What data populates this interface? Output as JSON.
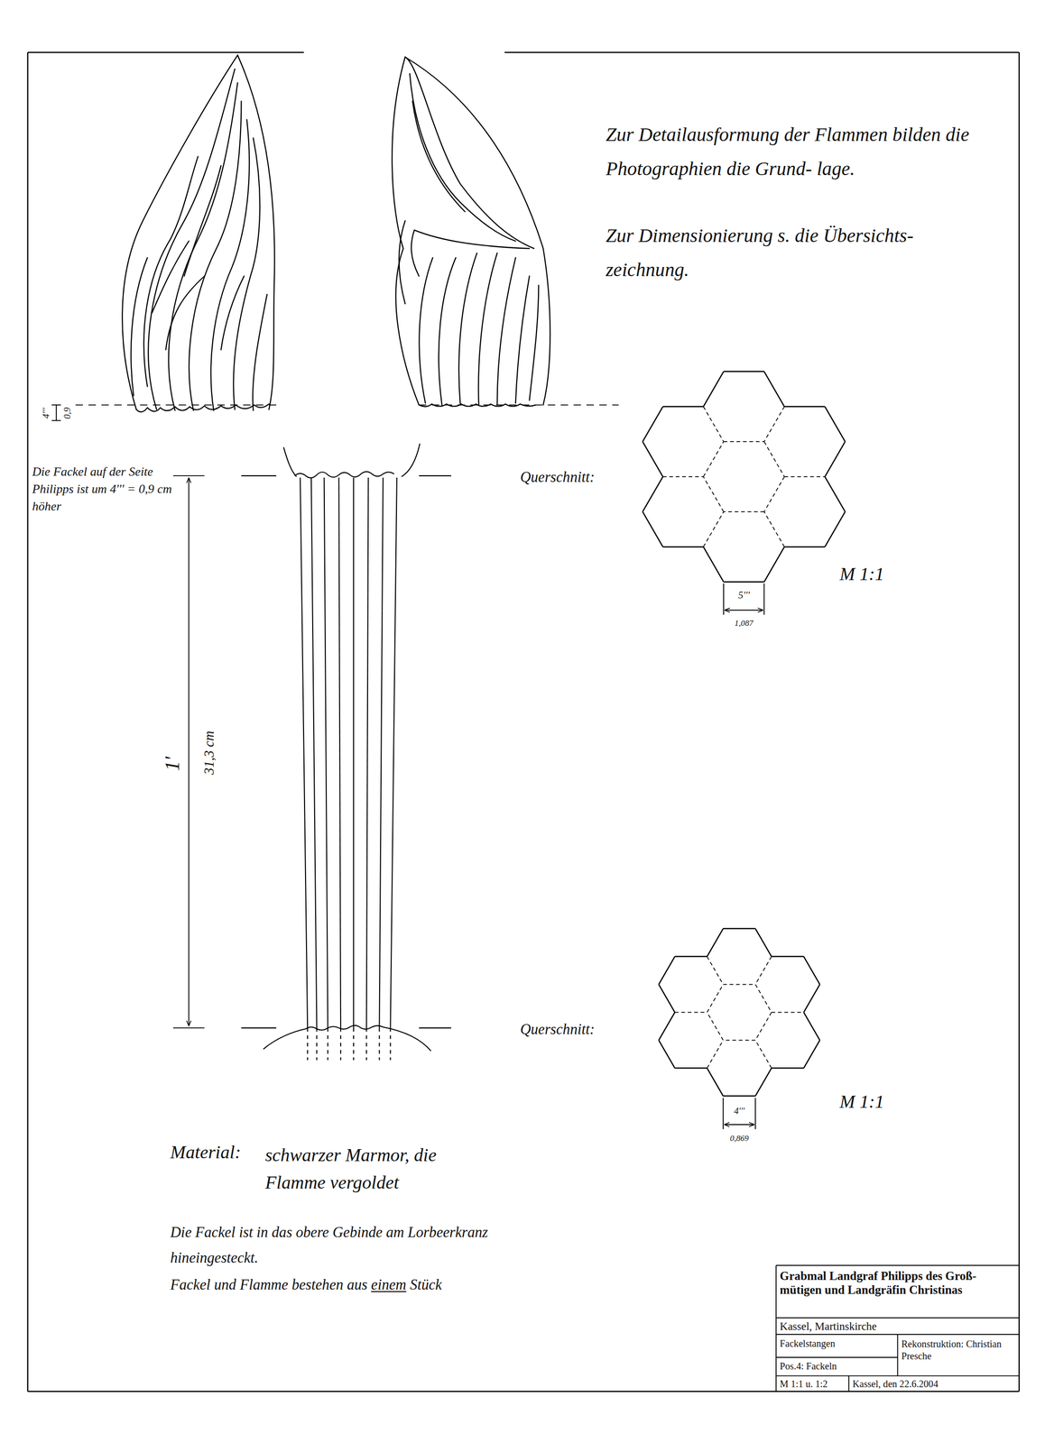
{
  "diagram": {
    "labels": [
      "Zur Detailausformung der Flammen bilden die Photographien die Grund- lage.",
      "Zur Dimensionierung s. die Übersichts- zeichnung.",
      "4'''",
      "0,9",
      "Die Fackel auf der Seite Philipps ist um 4''' = 0,9 cm höher",
      "Querschnitt:",
      "M 1:1",
      "5'''",
      "1,087",
      "1'",
      "31,3 cm",
      "Querschnitt:",
      "M 1:1",
      "4'''",
      "0,869",
      "Material:",
      "schwarzer Marmor, die Flamme vergoldet",
      "Die Fackel ist in das obere Gebinde am Lorbeerkranz hineingesteckt.",
      "Fackel und Flamme bestehen aus einem Stück",
      "Grabmal Landgraf Philipps des Groß- mütigen und Landgräfin Christinas",
      "Kassel, Martinskirche",
      "Fackelstangen",
      "Rekonstruktion: Christian Presche",
      "Pos.4: Fackeln",
      "M 1:1 u. 1:2",
      "Kassel, den 22.6.2004"
    ]
  }
}
